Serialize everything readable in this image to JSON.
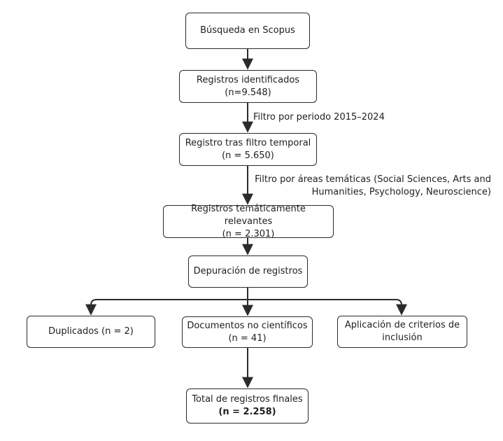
{
  "nodes": {
    "scopus": {
      "lines": [
        "Búsqueda en Scopus"
      ]
    },
    "identified": {
      "lines": [
        "Registros identificados",
        "(n=9.548)"
      ]
    },
    "temporal": {
      "lines": [
        "Registro tras filtro temporal",
        "(n = 5.650)"
      ]
    },
    "thematic": {
      "lines": [
        "Registros temáticamente relevantes",
        "(n = 2.301)"
      ]
    },
    "depuration": {
      "lines": [
        "Depuración de registros"
      ]
    },
    "duplicates": {
      "lines": [
        "Duplicados (n = 2)"
      ]
    },
    "non_scientific": {
      "lines": [
        "Documentos no científicos",
        "(n = 41)"
      ]
    },
    "inclusion": {
      "lines": [
        "Aplicación de criterios de",
        "inclusión"
      ]
    },
    "final": {
      "lines": [
        "Total de registros finales",
        "(n = 2.258)"
      ]
    }
  },
  "edge_labels": {
    "period_filter": [
      "Filtro por periodo 2015–2024"
    ],
    "area_filter": [
      "Filtro por áreas temáticas (Social Sciences, Arts and",
      "Humanities, Psychology, Neuroscience)"
    ]
  },
  "colors": {
    "stroke": "#2b2b2b",
    "text": "#1e1e1e",
    "background": "#ffffff"
  }
}
